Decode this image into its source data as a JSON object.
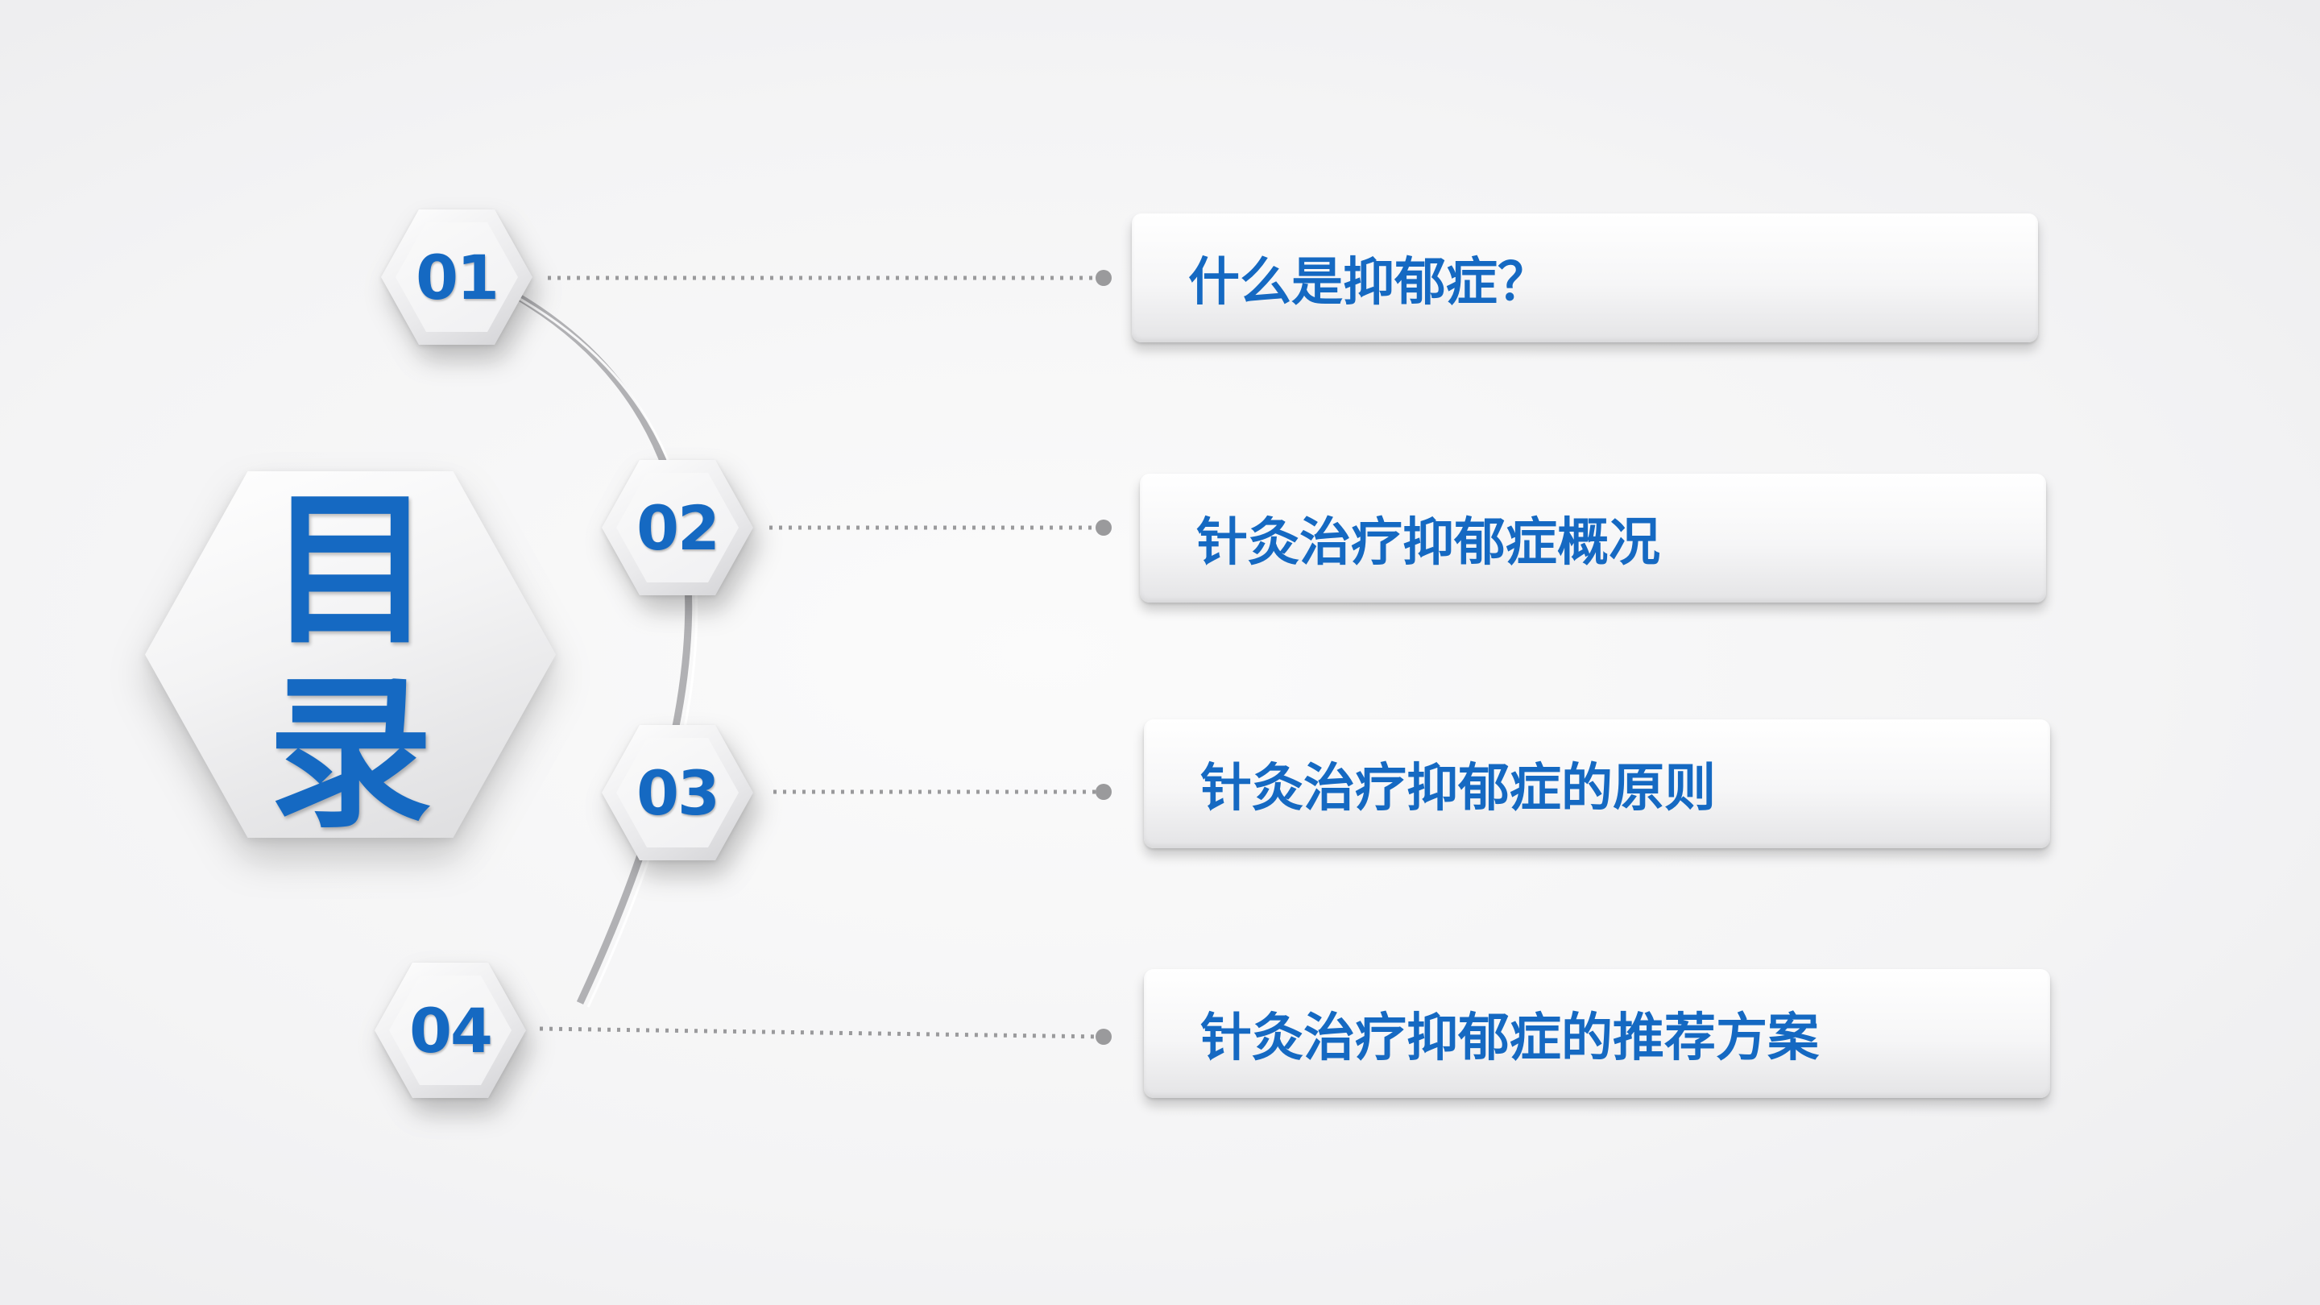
{
  "title": {
    "line1": "目",
    "line2": "录"
  },
  "items": [
    {
      "number": "01",
      "label": "什么是抑郁症？"
    },
    {
      "number": "02",
      "label": "针灸治疗抑郁症概况"
    },
    {
      "number": "03",
      "label": "针灸治疗抑郁症的原则"
    },
    {
      "number": "04",
      "label": "针灸治疗抑郁症的推荐方案"
    }
  ],
  "colors": {
    "accent": "#1569c2",
    "connector": "#9a9a9c",
    "arc": "#a5a5a8"
  }
}
